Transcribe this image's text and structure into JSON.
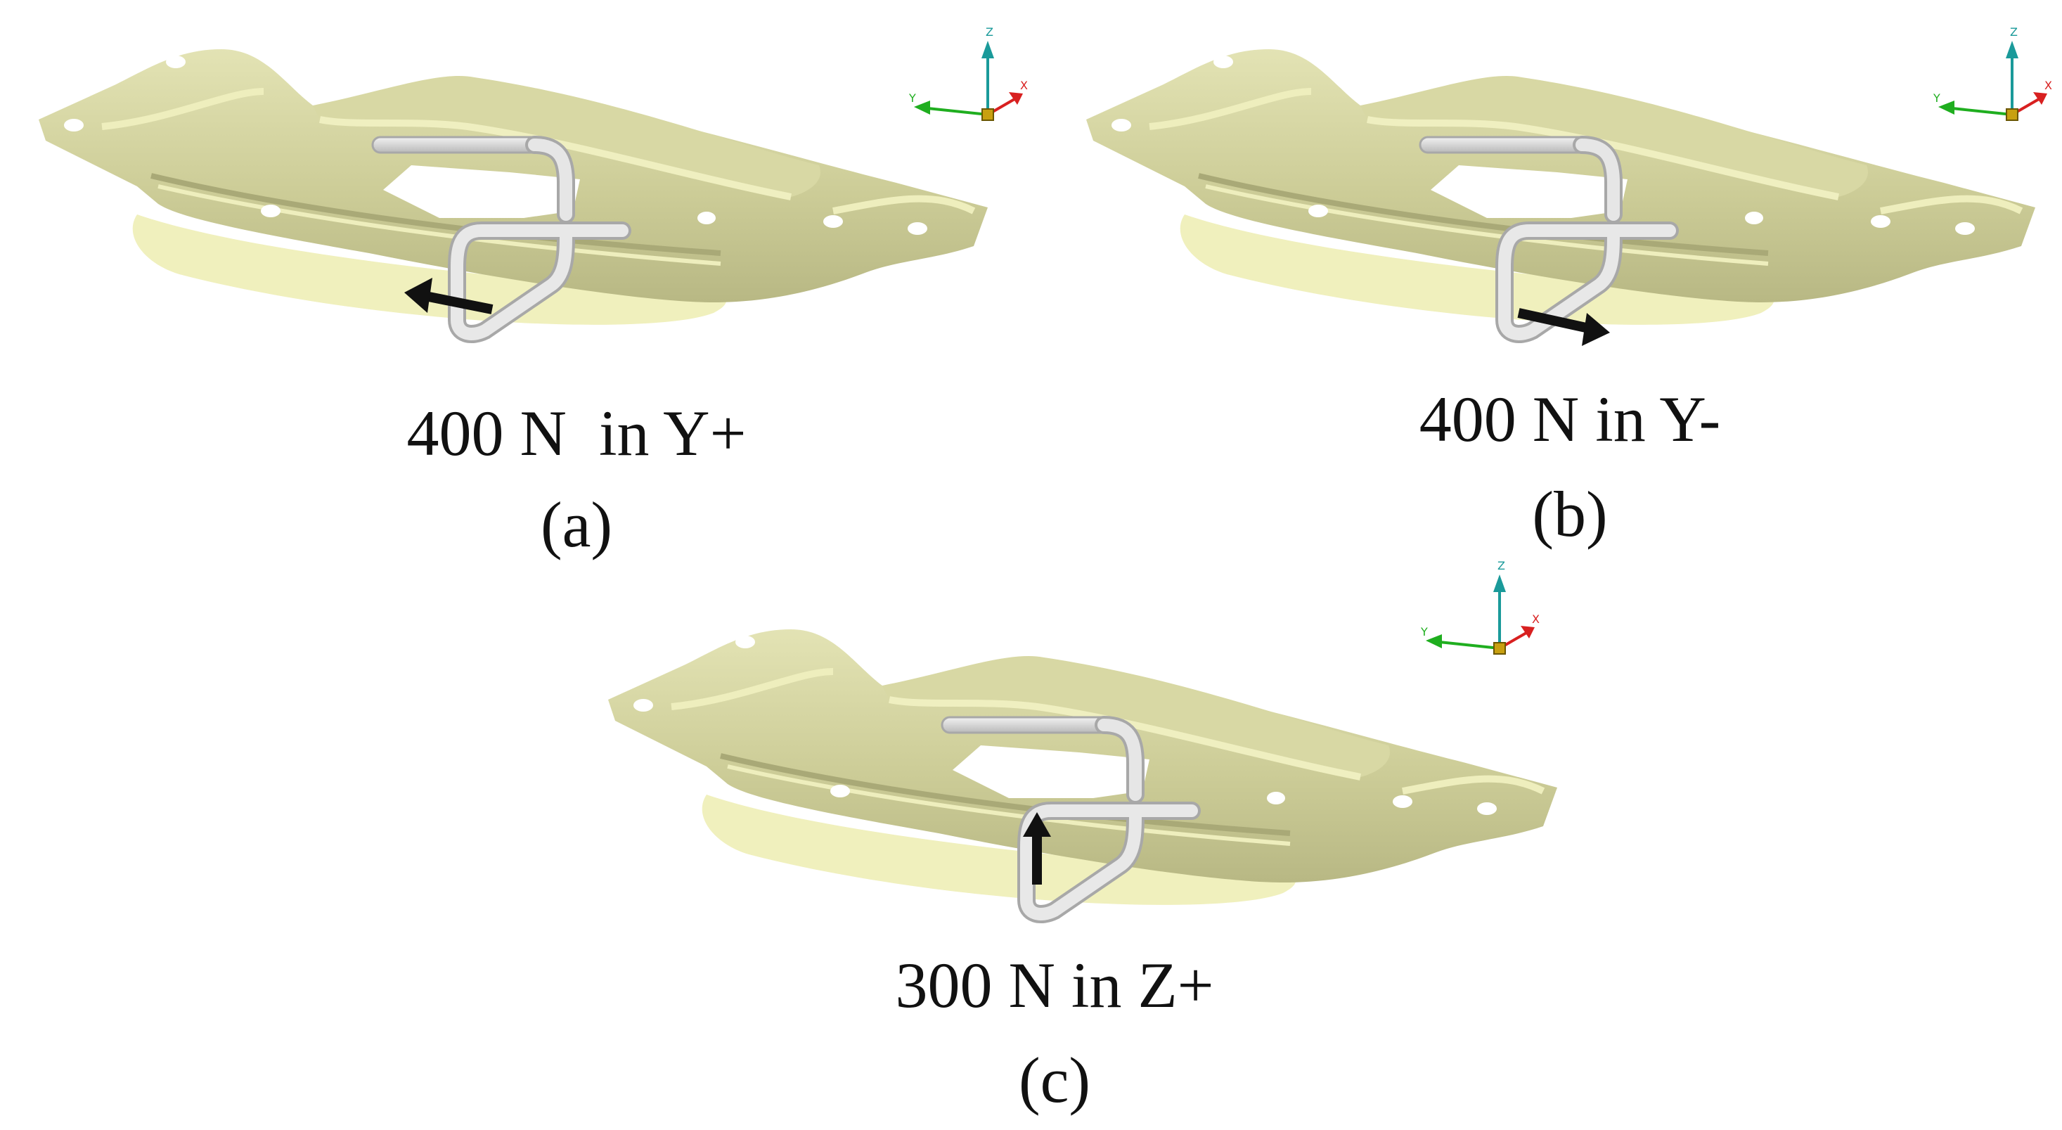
{
  "panels": [
    {
      "id": "a",
      "load": "400 N  in Y+",
      "tag": "(a)",
      "direction": "Y+"
    },
    {
      "id": "b",
      "load": "400 N in Y-",
      "tag": "(b)",
      "direction": "Y-"
    },
    {
      "id": "c",
      "load": "300 N in Z+",
      "tag": "(c)",
      "direction": "Z+"
    }
  ],
  "axes": {
    "z": "Z",
    "y": "Y",
    "x": "X"
  },
  "colors": {
    "plate_top": "#d9d9a6",
    "plate_mid": "#c9c994",
    "plate_edge": "#f2f2c2",
    "plate_shadow": "#b3b37f",
    "hook": "#dcdcdc",
    "hook_edge": "#a8a8a8",
    "arrow": "#111111",
    "axis_z": "#1a9a9a",
    "axis_y": "#1fae1f",
    "axis_x": "#d82020",
    "axis_origin": "#c8a010"
  }
}
